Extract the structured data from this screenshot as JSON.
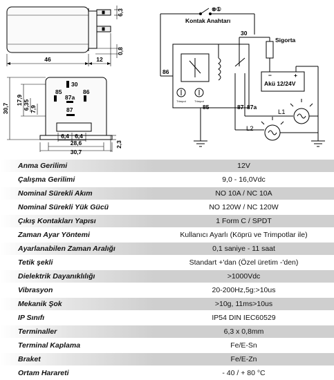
{
  "dims": {
    "d46": "46",
    "d12": "12",
    "d63": "6,3",
    "d08": "0,8",
    "d307v": "30,7",
    "d179": "17,9",
    "d635": "6,35",
    "d79": "7,9",
    "d64a": "6,4",
    "d64b": "6,4",
    "d286": "28,6",
    "d307h": "30,7",
    "d23": "2,3"
  },
  "terminals": {
    "t30": "30",
    "t85": "85",
    "t86": "86",
    "t87a": "87a",
    "t87": "87"
  },
  "circuit": {
    "switch_symbol": "⊗①",
    "switch_label": "Kontak Anahtarı",
    "fuse_label": "Sigorta",
    "battery_label": "Akü 12/24V",
    "battery_minus": "−",
    "battery_plus": "+",
    "n30": "30",
    "n86": "86",
    "n85": "85",
    "n87": "87",
    "n87a": "87a",
    "lamp1": "L1",
    "lamp2": "L2",
    "trim_left": "Trimpot",
    "trim_right": "Trimpot"
  },
  "specs": [
    {
      "label": "Anma Gerilimi",
      "value": "12V"
    },
    {
      "label": "Çalışma Gerilimi",
      "value": "9,0 - 16,0Vdc"
    },
    {
      "label": "Nominal Sürekli Akım",
      "value": "NO 10A / NC 10A"
    },
    {
      "label": "Nominal Sürekli Yük Gücü",
      "value": "NO 120W / NC 120W"
    },
    {
      "label": "Çıkış Kontakları Yapısı",
      "value": "1 Form C / SPDT"
    },
    {
      "label": "Zaman Ayar Yöntemi",
      "value": "Kullanıcı Ayarlı (Köprü ve Trimpotlar ile)"
    },
    {
      "label": "Ayarlanabilen Zaman Aralığı",
      "value": "0,1 saniye - 11 saat"
    },
    {
      "label": "Tetik şekli",
      "value": "Standart +'dan (Özel üretim -'den)"
    },
    {
      "label": "Dielektrik Dayanıklılığı",
      "value": ">1000Vdc"
    },
    {
      "label": "Vibrasyon",
      "value": "20-200Hz,5g:>10us"
    },
    {
      "label": "Mekanik Şok",
      "value": ">10g, 11ms>10us"
    },
    {
      "label": "IP Sınıfı",
      "value": "IP54 DIN IEC60529"
    },
    {
      "label": "Terminaller",
      "value": "6,3 x 0,8mm"
    },
    {
      "label": "Terminal Kaplama",
      "value": "Fe/E-Sn"
    },
    {
      "label": "Braket",
      "value": "Fe/E-Zn"
    },
    {
      "label": "Ortam Harareti",
      "value": "- 40 / + 80 °C"
    }
  ]
}
